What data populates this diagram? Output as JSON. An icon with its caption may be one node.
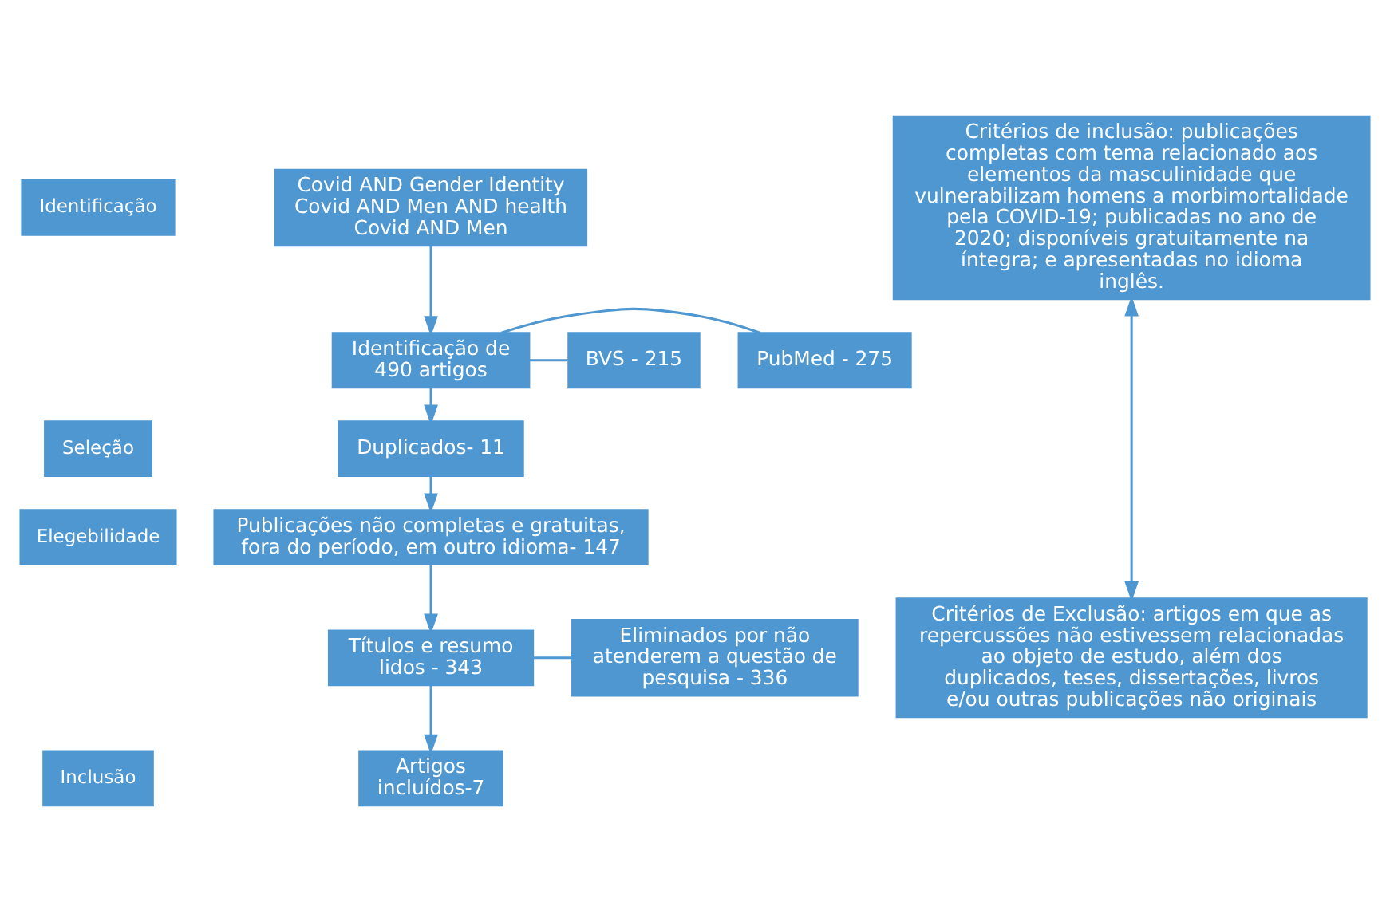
{
  "diagram": {
    "nodes": [
      {
        "text": [
          "Identificação"
        ]
      },
      {
        "text": [
          "Seleção"
        ]
      },
      {
        "text": [
          "Elegebilidade"
        ]
      },
      {
        "text": [
          "Inclusão"
        ]
      },
      {
        "text": [
          "Covid AND Gender Identity",
          "Covid AND Men AND health",
          "Covid AND Men"
        ]
      },
      {
        "text": [
          "Identificação de 490 artigos"
        ]
      },
      {
        "text": [
          "PubMed - 275"
        ]
      },
      {
        "text": [
          "BVS - 215"
        ]
      },
      {
        "text": [
          "Duplicados- 11"
        ]
      },
      {
        "text": [
          "Publicações não completas e gratuitas, fora do período, em outro idioma- 147"
        ]
      },
      {
        "text": [
          "Títulos e resumo lidos - 343"
        ]
      },
      {
        "text": [
          "Eliminados por não atenderem a questão de pesquisa - 336"
        ]
      },
      {
        "text": [
          "Artigos incluídos-7"
        ]
      },
      {
        "text": [
          "Critérios de inclusão: publicações completas com tema relacionado aos elementos da masculinidade que vulnerabilizam homens a morbimortalidade pela COVID-19; publicadas no ano de 2020; disponíveis gratuitamente na íntegra; e apresentadas no idioma inglês."
        ]
      },
      {
        "text": [
          "Critérios de Exclusão: artigos em que as repercussões não estivessem relacionadas ao objeto de estudo, além dos duplicados, teses, dissertações, livros e/ou outras publicações não originais"
        ]
      }
    ],
    "edges": [
      {
        "from": 4,
        "to": 5,
        "arrow": "to"
      },
      {
        "from": 5,
        "to": 6,
        "arrow": "none"
      },
      {
        "from": 5,
        "to": 7,
        "arrow": "none"
      },
      {
        "from": 5,
        "to": 8,
        "arrow": "to"
      },
      {
        "from": 8,
        "to": 9,
        "arrow": "to"
      },
      {
        "from": 9,
        "to": 10,
        "arrow": "to"
      },
      {
        "from": 10,
        "to": 11,
        "arrow": "none"
      },
      {
        "from": 10,
        "to": 12,
        "arrow": "to"
      },
      {
        "from": 13,
        "to": 14,
        "arrow": "both"
      }
    ]
  }
}
